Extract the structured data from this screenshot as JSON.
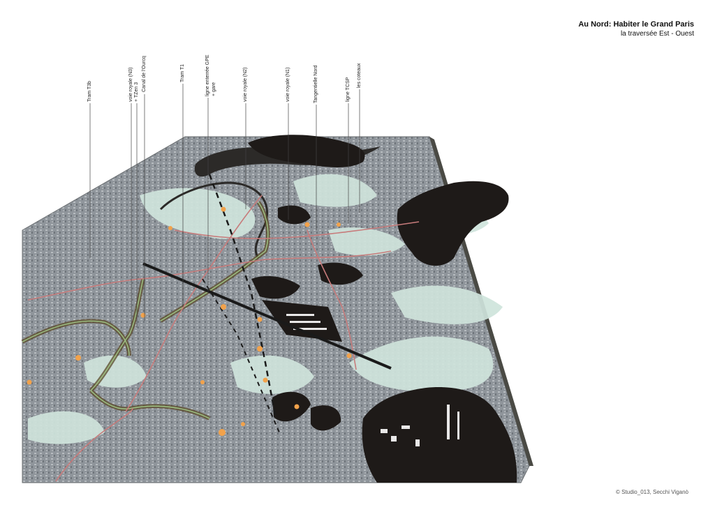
{
  "header": {
    "title": "Au Nord: Habiter le Grand Paris",
    "subtitle": "la traversée Est - Ouest"
  },
  "annotations": [
    {
      "id": "tram-t3b",
      "label": "Tram T3b"
    },
    {
      "id": "voie-royale-n3",
      "label": "voie royale (N3)",
      "label2": "+ TZen 3"
    },
    {
      "id": "canal-ourcq",
      "label": "Canal de l'Ourcq"
    },
    {
      "id": "tram-t1",
      "label": "Tram T1"
    },
    {
      "id": "ligne-gpe",
      "label": "ligne enterrée GPE",
      "label2": "+ gare"
    },
    {
      "id": "voie-royale-n2",
      "label": "voie royale (N2)"
    },
    {
      "id": "voie-royale-n1",
      "label": "voie royale (N1)"
    },
    {
      "id": "tangentielle-nord",
      "label": "Tangentielle Nord"
    },
    {
      "id": "ligne-tcsp",
      "label": "ligne TCSP"
    },
    {
      "id": "les-coteaux",
      "label": "les coteaux"
    }
  ],
  "footer": {
    "copyright": "© Studio_013, Secchi Viganò"
  },
  "colors": {
    "urban": "#8e949a",
    "urban_dark": "#5f656b",
    "water": "#2c2a28",
    "open_space": "#cfe4dc",
    "black_mass": "#1e1a18",
    "route": "#c77b7b",
    "highlight": "#f2a24b",
    "infra": "#5a4a2a"
  }
}
